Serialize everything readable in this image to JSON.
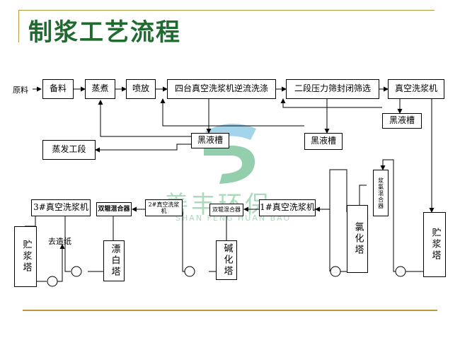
{
  "title": "制浆工艺流程",
  "raw_label": "原料",
  "boxes": {
    "beiliao": "备料",
    "zhengzhu": "蒸煮",
    "penfang": "喷放",
    "sitai": "四台真空洗浆机逆流洗涤",
    "erduan": "二段压力筛封闭筛选",
    "zhenkong_top": "真空洗浆机",
    "heiye1": "黑液槽",
    "heiye2": "黑液槽",
    "heiye3": "黑液槽",
    "zhengfa": "蒸发工段",
    "xi3": "3#真空洗浆机",
    "shuanggun": "双辊混合器",
    "xi2": "2#真空洗浆机",
    "shuanggun2": "双辊混合器",
    "xi1": "1#真空洗浆机",
    "zhujiang_left": "贮浆塔",
    "piaobai": "漂白塔",
    "jianhua": "碱化塔",
    "lvhua": "氯化塔",
    "lvhun": "浆氯混合器",
    "zhujiang_right": "贮浆塔"
  },
  "qu_zaozhi": "去造纸",
  "watermark": {
    "cn": "善丰环保",
    "en": "SHAN FENG HUAN BAO",
    "color": "#3aa86a"
  }
}
